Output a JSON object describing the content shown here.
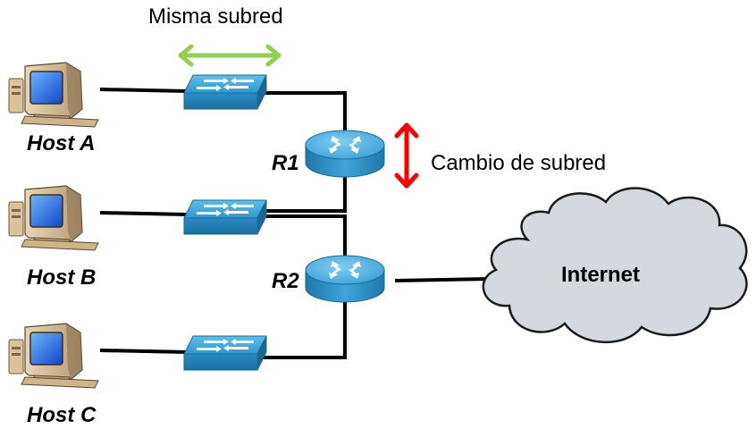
{
  "labels": {
    "same_subnet": "Misma subred",
    "subnet_change": "Cambio de subred",
    "internet": "Internet"
  },
  "hosts": [
    {
      "name": "Host A"
    },
    {
      "name": "Host B"
    },
    {
      "name": "Host C"
    }
  ],
  "routers": [
    {
      "name": "R1"
    },
    {
      "name": "R2"
    }
  ],
  "colors": {
    "green_arrow": "#92d050",
    "red_arrow": "#ff0000",
    "switch_blue": "#3aa3d9",
    "router_blue": "#45a8dc",
    "cloud_fill": "#d3d9df",
    "cloud_stroke": "#1a1a1a",
    "cable": "#000000"
  }
}
